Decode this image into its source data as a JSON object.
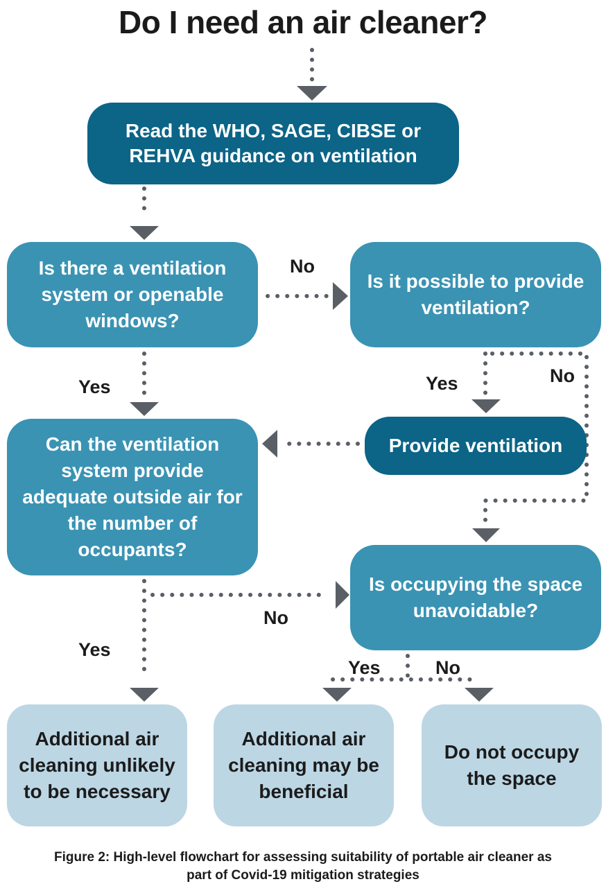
{
  "title": "Do I need an air cleaner?",
  "nodes": {
    "read_guidance": "Read the WHO, SAGE, CIBSE or REHVA guidance on ventilation",
    "ventilation_system": "Is there a ventilation system or openable windows?",
    "possible_ventilation": "Is it possible to provide ventilation?",
    "provide_ventilation": "Provide ventilation",
    "adequate_air": "Can the ventilation system provide adequate outside air for the number of occupants?",
    "occupying_unavoidable": "Is occupying the space unavoidable?",
    "unlikely_necessary": "Additional air cleaning unlikely to be necessary",
    "may_be_beneficial": "Additional air cleaning may be beneficial",
    "do_not_occupy": "Do not occupy the space"
  },
  "edge_labels": {
    "yes": "Yes",
    "no": "No"
  },
  "colors": {
    "dark_node": "#0c6487",
    "mid_node": "#3a93b3",
    "outcome_node": "#bcd6e4",
    "connector": "#5a5f66"
  },
  "caption": "Figure 2: High-level flowchart for assessing suitability of portable air cleaner as part of Covid-19 mitigation strategies"
}
